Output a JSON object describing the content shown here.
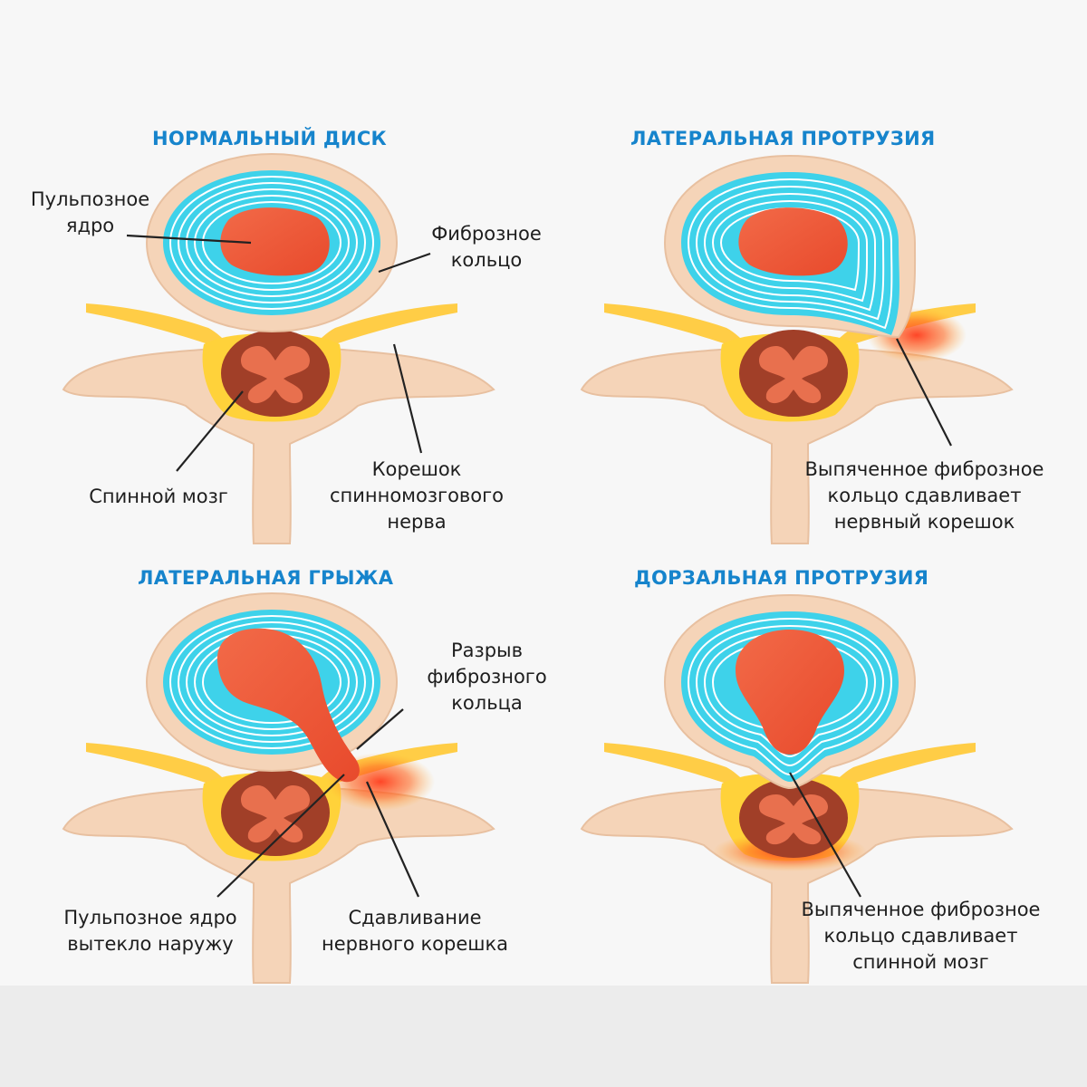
{
  "panels": [
    {
      "title": "НОРМАЛЬНЫЙ ДИСК",
      "labels": {
        "nucleus": [
          "Пульпозное",
          "ядро"
        ],
        "annulus": [
          "Фиброзное",
          "кольцо"
        ],
        "spinal_cord": [
          "Спинной мозг"
        ],
        "nerve_root": [
          "Корешок",
          "спинномозгового",
          "нерва"
        ]
      }
    },
    {
      "title": "ЛАТЕРАЛЬНАЯ ПРОТРУЗИЯ",
      "labels": {
        "bulge": [
          "Выпяченное фиброзное",
          "кольцо сдавливает",
          "нервный корешок"
        ]
      }
    },
    {
      "title": "ЛАТЕРАЛЬНАЯ ГРЫЖА",
      "labels": {
        "rupture": [
          "Разрыв",
          "фиброзного",
          "кольца"
        ],
        "leaked": [
          "Пульпозное ядро",
          "вытекло наружу"
        ],
        "compression": [
          "Сдавливание",
          "нервного корешка"
        ]
      }
    },
    {
      "title": "ДОРЗАЛЬНАЯ ПРОТРУЗИЯ",
      "labels": {
        "bulge": [
          "Выпяченное фиброзное",
          "кольцо сдавливает",
          "спинной мозг"
        ]
      }
    }
  ],
  "colors": {
    "title": "#1684cc",
    "bone": "#f5d4b8",
    "disc": "#3ed2ea",
    "nucleus": "#f25a3c",
    "nerve": "#ffd23a",
    "cord": "#a13f28",
    "inflamed": "#ff5a22"
  }
}
